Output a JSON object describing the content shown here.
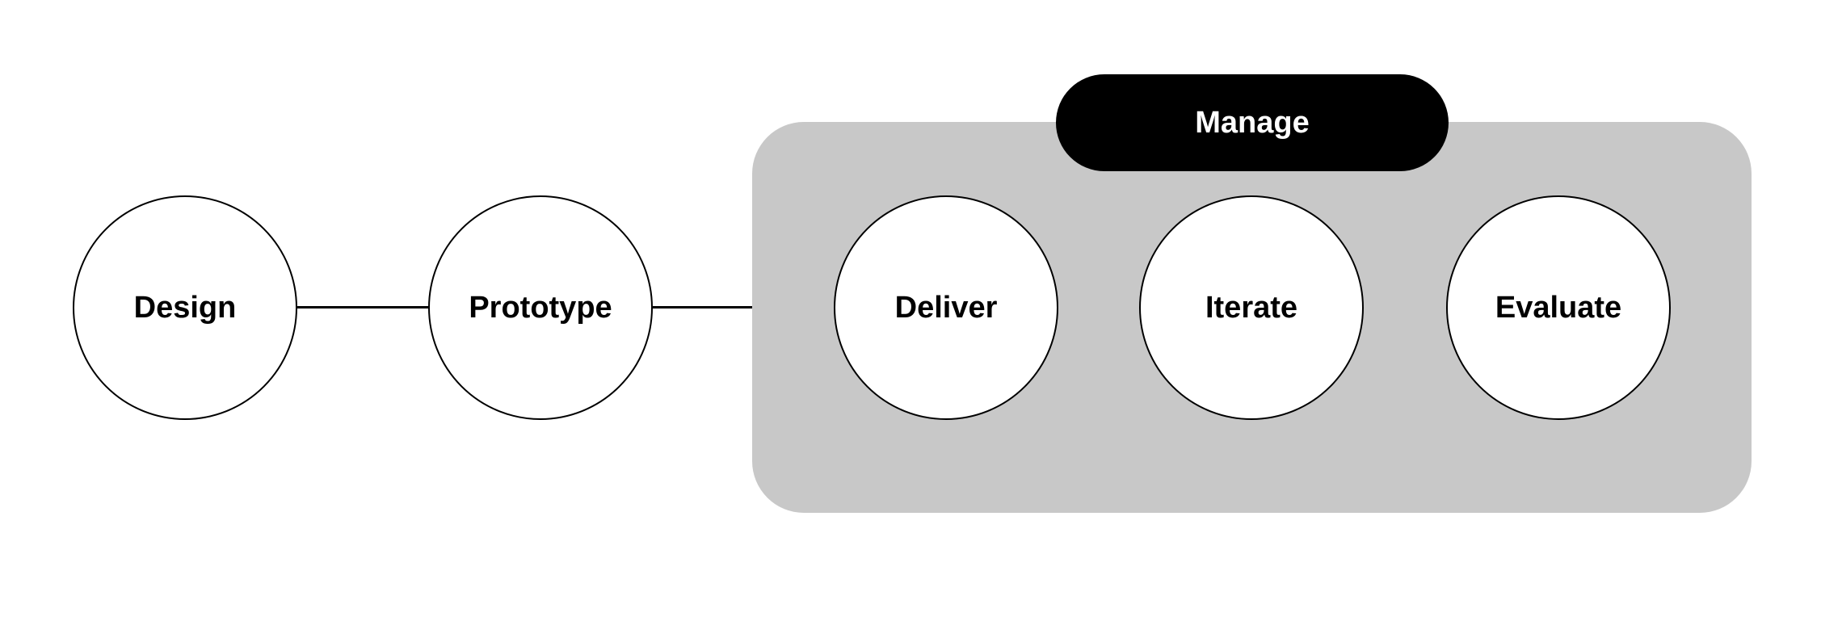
{
  "diagram": {
    "type": "process-flow",
    "nodes": [
      {
        "id": "design",
        "label": "Design"
      },
      {
        "id": "prototype",
        "label": "Prototype"
      },
      {
        "id": "deliver",
        "label": "Deliver"
      },
      {
        "id": "iterate",
        "label": "Iterate"
      },
      {
        "id": "evaluate",
        "label": "Evaluate"
      }
    ],
    "group": {
      "label": "Manage",
      "member_ids": [
        "deliver",
        "iterate",
        "evaluate"
      ]
    },
    "connectors": [
      {
        "from": "design",
        "to": "prototype"
      },
      {
        "from": "prototype",
        "to": "manage-group"
      }
    ],
    "colors": {
      "background": "#ffffff",
      "group-fill": "#c8c8c8",
      "badge-fill": "#000000",
      "badge-text": "#ffffff",
      "node-fill": "#ffffff",
      "node-stroke": "#000000",
      "node-text": "#000000",
      "connector": "#000000"
    }
  }
}
